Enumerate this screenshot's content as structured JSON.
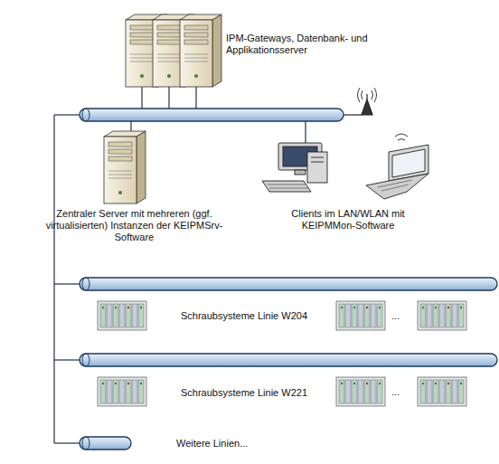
{
  "diagram": {
    "nodes": [
      {
        "text": [
          "IPM-Gateways, Datenbank- und Applikationsserver"
        ]
      },
      {
        "text": [
          "Zentraler Server mit mehreren (ggf. virtualisierten) Instanzen der KEIPMSrv-Software"
        ]
      },
      {
        "text": [
          "Clients im LAN/WLAN mit KEIPMMon-Software"
        ]
      },
      {
        "text": [
          "Schraubsysteme Linie W204"
        ]
      },
      {
        "text": [
          "Schraubsysteme Linie W221"
        ]
      },
      {
        "text": [
          "Weitere Linien..."
        ]
      }
    ],
    "labels": [
      "...",
      "..."
    ]
  }
}
